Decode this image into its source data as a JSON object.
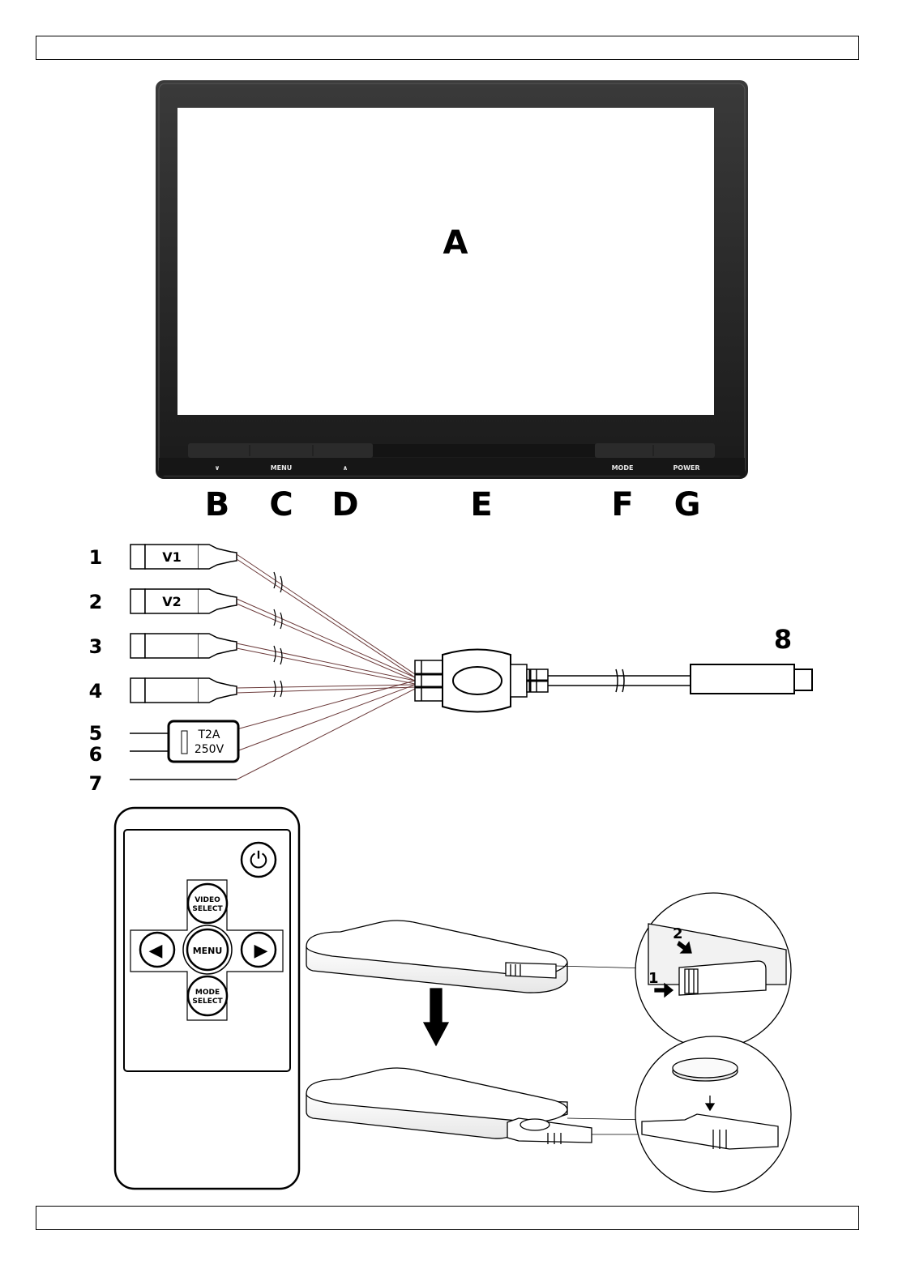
{
  "monitor": {
    "screen_label": "A",
    "buttons": [
      {
        "glyph": "∨",
        "callout": "B"
      },
      {
        "glyph": "MENU",
        "callout": "C"
      },
      {
        "glyph": "∧",
        "callout": "D"
      },
      {
        "glyph": "",
        "callout": "E"
      },
      {
        "glyph": "MODE",
        "callout": "F"
      },
      {
        "glyph": "POWER",
        "callout": "G"
      }
    ]
  },
  "cable": {
    "connectors": [
      {
        "number": "1",
        "label": "V1"
      },
      {
        "number": "2",
        "label": "V2"
      },
      {
        "number": "3",
        "label": ""
      },
      {
        "number": "4",
        "label": ""
      }
    ],
    "wire_numbers": [
      "5",
      "6",
      "7"
    ],
    "fuse": {
      "line1": "T2A",
      "line2": "250V"
    },
    "plug_number": "8"
  },
  "remote": {
    "power_symbol": "⏻",
    "up_line1": "VIDEO",
    "up_line2": "SELECT",
    "center": "MENU",
    "down_line1": "MODE",
    "down_line2": "SELECT",
    "left_arrow": "◀",
    "right_arrow": "▶"
  },
  "battery": {
    "step1": "1",
    "step2": "2"
  }
}
